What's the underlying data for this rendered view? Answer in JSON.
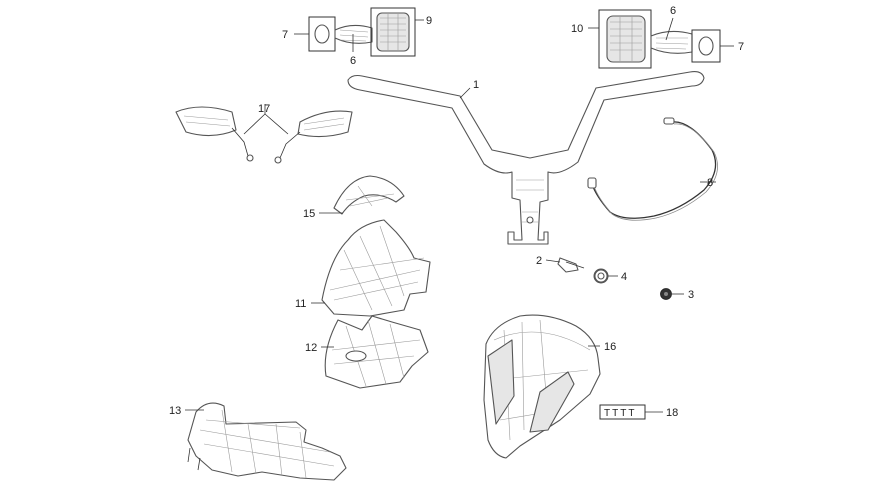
{
  "callouts": {
    "c1": "1",
    "c2": "2",
    "c3": "3",
    "c4": "4",
    "c6a": "6",
    "c6b": "6",
    "c7a": "7",
    "c7b": "7",
    "c8": "8",
    "c9": "9",
    "c10": "10",
    "c11": "11",
    "c12": "12",
    "c13": "13",
    "c15": "15",
    "c16": "16",
    "c17": "17",
    "c18": "18"
  },
  "bolt_set_text": "TTTT",
  "colors": {
    "line": "#333333",
    "fill": "#ffffff",
    "shade": "#e6e6e6"
  }
}
